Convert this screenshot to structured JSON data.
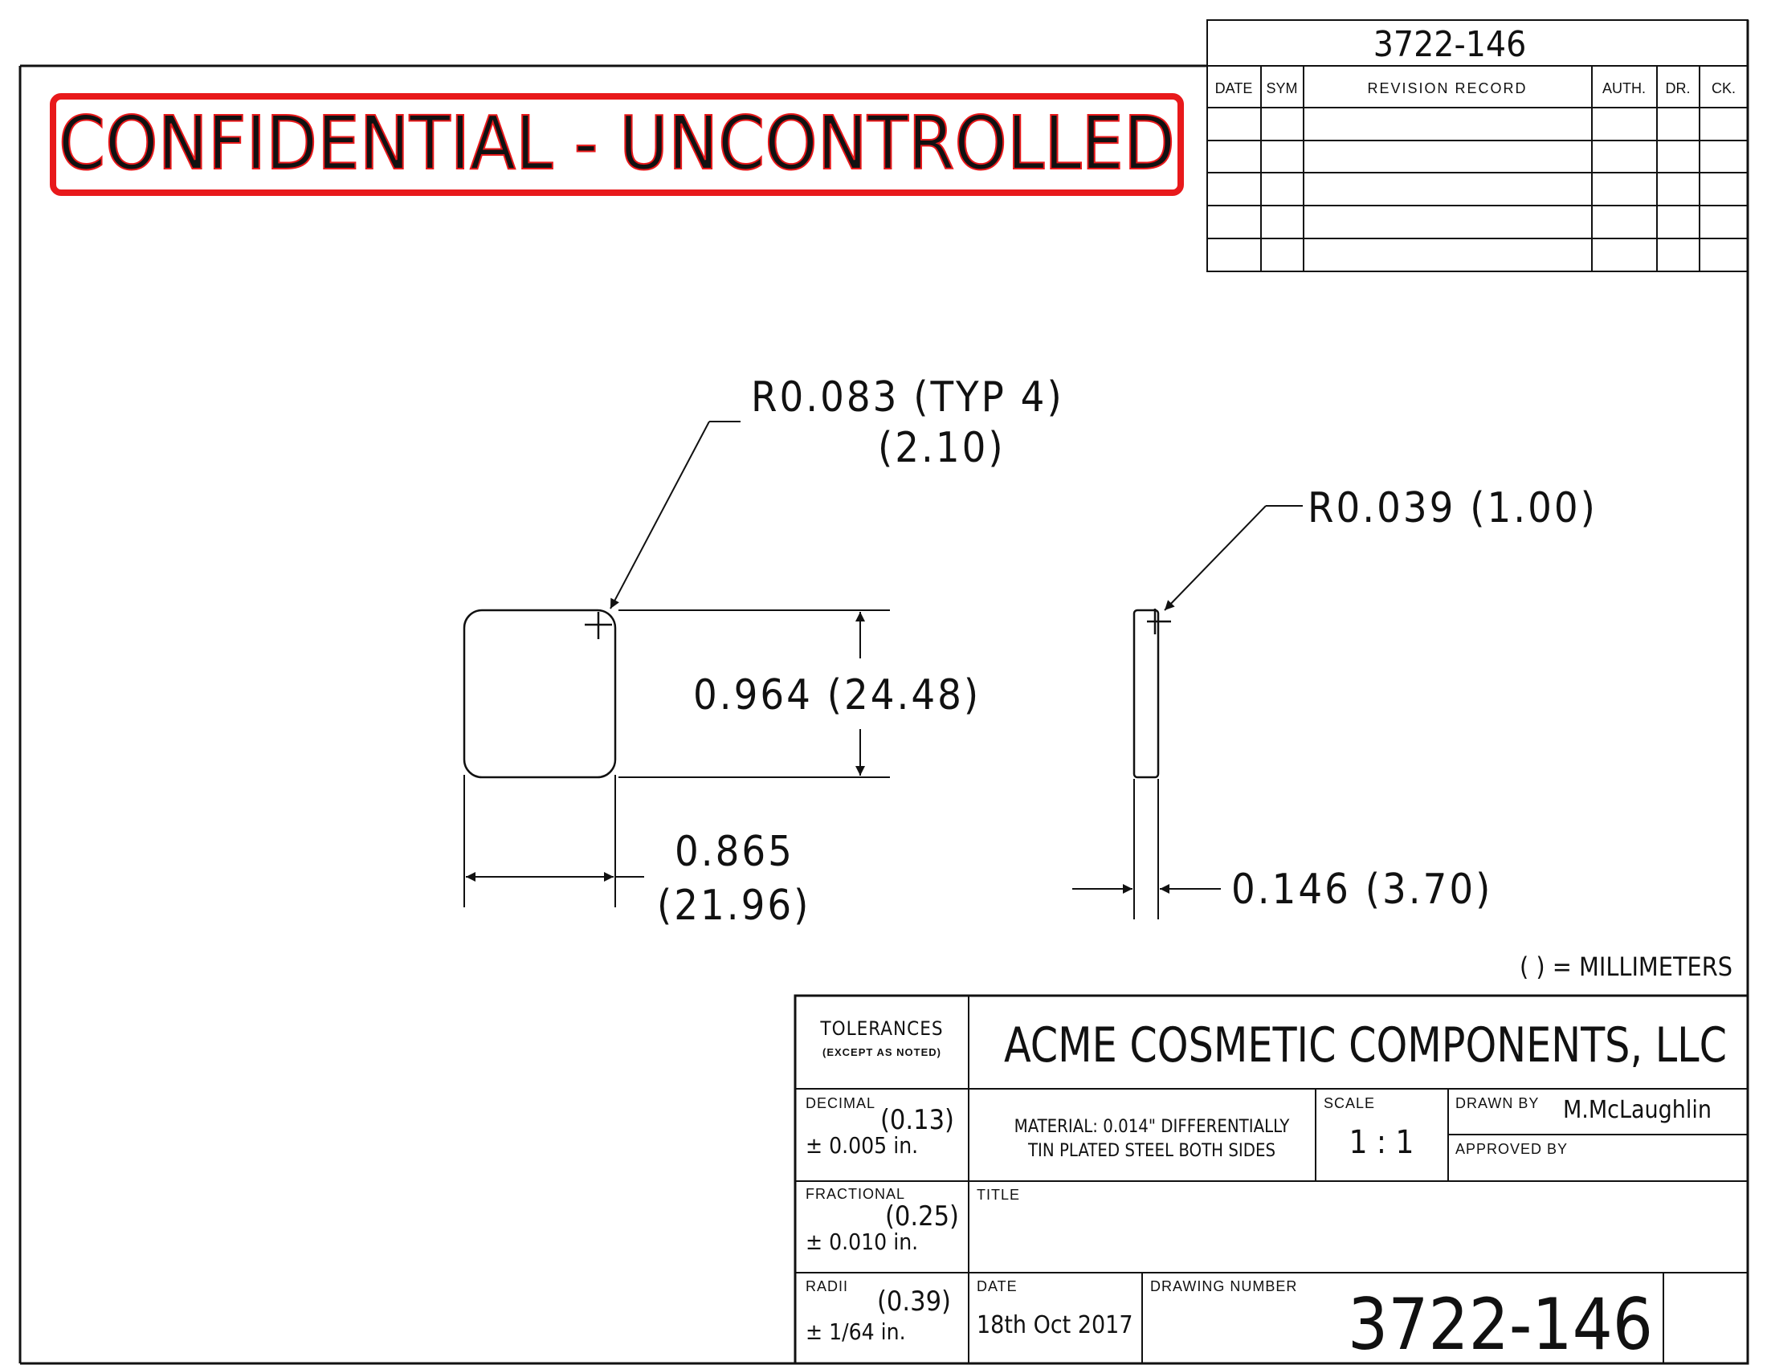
{
  "header": {
    "drawing_number_top": "3722-146",
    "confidential_stamp": "CONFIDENTIAL - UNCONTROLLED",
    "stamp_color": "#e8191b"
  },
  "revision_table": {
    "headers": [
      "DATE",
      "SYM",
      "REVISION RECORD",
      "AUTH.",
      "DR.",
      "CK."
    ],
    "rows": [
      [
        "",
        "",
        "",
        "",
        "",
        ""
      ],
      [
        "",
        "",
        "",
        "",
        "",
        ""
      ],
      [
        "",
        "",
        "",
        "",
        "",
        ""
      ],
      [
        "",
        "",
        "",
        "",
        "",
        ""
      ],
      [
        "",
        "",
        "",
        "",
        "",
        ""
      ]
    ]
  },
  "dimensions": {
    "corner_radius": "R0.083 (TYP 4)",
    "corner_radius_mm": "(2.10)",
    "edge_radius": "R0.039 (1.00)",
    "height": "0.964 (24.48)",
    "width": "0.865",
    "width_mm": "(21.96)",
    "thickness": "0.146 (3.70)",
    "units_note": "( ) = MILLIMETERS"
  },
  "title_block": {
    "tolerances_label": "TOLERANCES",
    "except_label": "(EXCEPT AS NOTED)",
    "company": "ACME COSMETIC COMPONENTS, LLC",
    "decimal_label": "DECIMAL",
    "decimal_mm": "(0.13)",
    "decimal_value": "± 0.005 in.",
    "fractional_label": "FRACTIONAL",
    "fractional_mm": "(0.25)",
    "fractional_value": "± 0.010 in.",
    "radii_label": "RADII",
    "radii_mm": "(0.39)",
    "radii_value": "± 1/64 in.",
    "material_line1": "MATERIAL: 0.014\" DIFFERENTIALLY",
    "material_line2": "TIN PLATED STEEL BOTH SIDES",
    "scale_label": "SCALE",
    "scale_value": "1 : 1",
    "drawn_by_label": "DRAWN BY",
    "drawn_by_value": "M.McLaughlin",
    "approved_by_label": "APPROVED BY",
    "title_label": "TITLE",
    "date_label": "DATE",
    "date_value": "18th Oct 2017",
    "drawing_number_label": "DRAWING NUMBER",
    "drawing_number": "3722-146"
  }
}
